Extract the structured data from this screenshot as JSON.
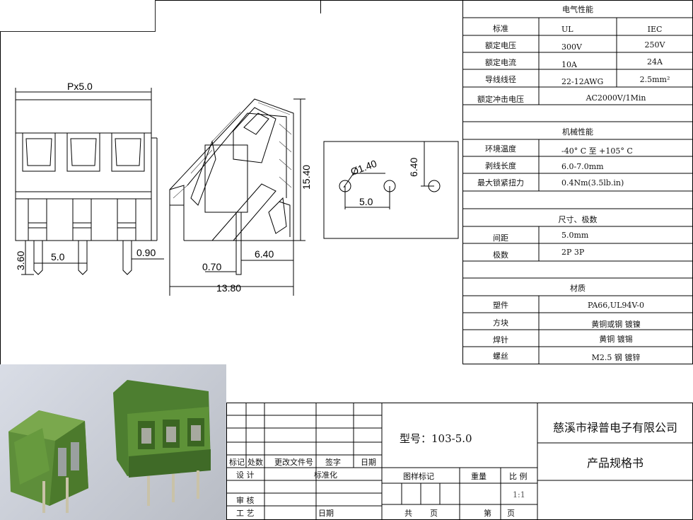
{
  "drawing": {
    "dims_front": {
      "pitch": "Px5.0",
      "pin_pitch": "5.0",
      "pin_len": "3.60",
      "pin_dia": "0.90"
    },
    "dims_side": {
      "height": "15.40",
      "depth": "13.80",
      "pin_offset": "6.40",
      "pin_w": "0.70"
    },
    "dims_pcb": {
      "hole": "Ø1.40",
      "pitch": "5.0",
      "row": "6.40"
    }
  },
  "specs": {
    "electrical": {
      "title": "电气性能",
      "rows": [
        {
          "label": "标准",
          "ul": "UL",
          "iec": "IEC"
        },
        {
          "label": "额定电压",
          "ul": "300V",
          "iec": "250V"
        },
        {
          "label": "额定电流",
          "ul": "10A",
          "iec": "24A"
        },
        {
          "label": "导线线径",
          "ul": "22-12AWG",
          "iec": "2.5mm²"
        }
      ],
      "surge": {
        "label": "额定冲击电压",
        "value": "AC2000V/1Min"
      }
    },
    "mechanical": {
      "title": "机械性能",
      "rows": [
        {
          "label": "环境温度",
          "value": "-40° C 至 +105° C"
        },
        {
          "label": "剥线长度",
          "value": "6.0-7.0mm"
        },
        {
          "label": "最大锁紧扭力",
          "value": "0.4Nm(3.5lb.in)"
        }
      ]
    },
    "dimensions": {
      "title": "尺寸、极数",
      "rows": [
        {
          "label": "间距",
          "value": "5.0mm"
        },
        {
          "label": "极数",
          "value": "2P 3P"
        }
      ]
    },
    "material": {
      "title": "材质",
      "rows": [
        {
          "label": "塑件",
          "value": "PA66,UL94V-0"
        },
        {
          "label": "方块",
          "value": "黄铜或钢  镀镍"
        },
        {
          "label": "焊针",
          "value": "黄铜  镀锡"
        },
        {
          "label": "螺丝",
          "value": "M2.5 钢  镀锌"
        }
      ]
    }
  },
  "title_block": {
    "model": "型号：103-5.0",
    "company": "慈溪市禄普电子有限公司",
    "doc_title": "产品规格书",
    "rev_headers": [
      "标记",
      "处数",
      "更改文件号",
      "签字",
      "日期"
    ],
    "design": "设 计",
    "standard": "标准化",
    "review": "审 核",
    "process": "工 艺",
    "date": "日期",
    "mark": "图样标记",
    "weight": "重量",
    "scale_label": "比 例",
    "scale": "1:1",
    "total": "共",
    "page": "页",
    "sheet": "第",
    "page2": "页"
  }
}
